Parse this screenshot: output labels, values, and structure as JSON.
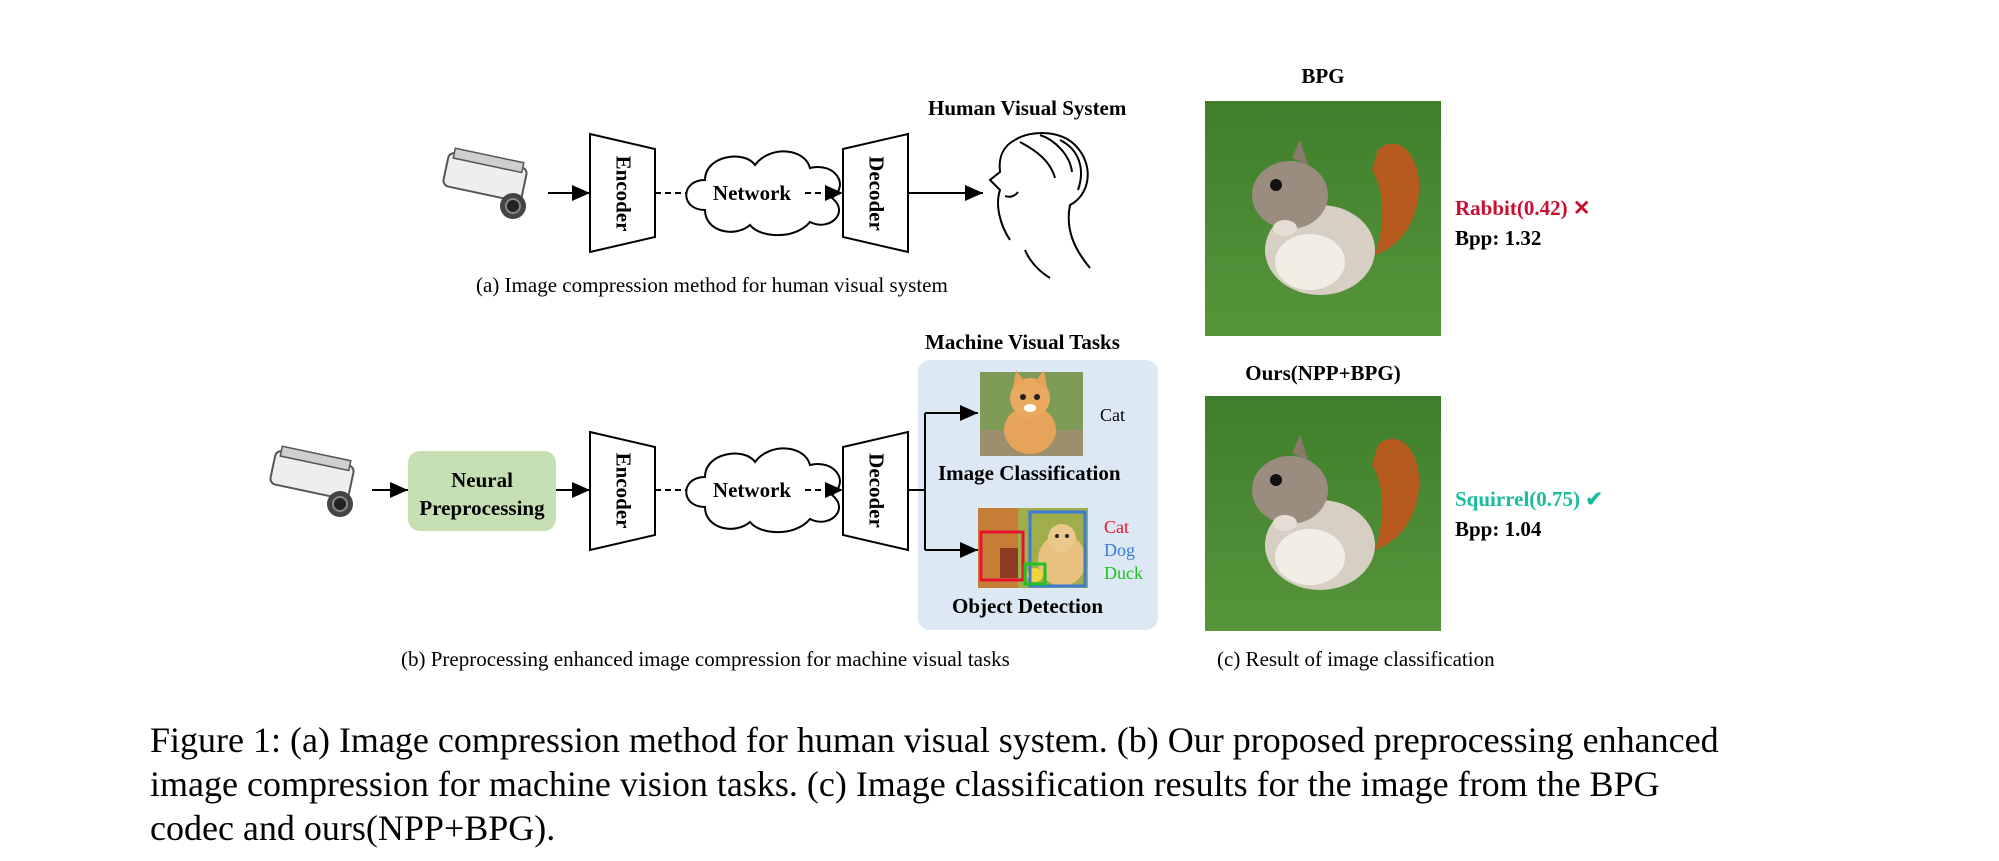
{
  "row_a": {
    "encoder": "Encoder",
    "network": "Network",
    "decoder": "Decoder",
    "hvs_title": "Human Visual System",
    "caption": "(a) Image compression method for human visual system"
  },
  "row_b": {
    "preprocessing": [
      "Neural",
      "Preprocessing"
    ],
    "encoder": "Encoder",
    "network": "Network",
    "decoder": "Decoder",
    "mvt_title": "Machine Visual Tasks",
    "classification_label": "Image Classification",
    "classification_output": "Cat",
    "detection_label": "Object Detection",
    "detection_outputs": [
      "Cat",
      "Dog",
      "Duck"
    ],
    "caption": "(b) Preprocessing enhanced image compression for machine visual tasks"
  },
  "result": {
    "bpg_title": "BPG",
    "bpg_prediction": "Rabbit(0.42)",
    "bpg_mark": "✕",
    "bpg_bpp": "Bpp: 1.32",
    "ours_title": "Ours(NPP+BPG)",
    "ours_prediction": "Squirrel(0.75)",
    "ours_mark": "✔",
    "ours_bpp": "Bpp: 1.04",
    "caption": "(c) Result of  image classification"
  },
  "figure_caption": "Figure 1: (a) Image compression method for human visual system. (b) Our proposed preprocessing enhanced image compression for machine vision tasks. (c) Image classification results for the image from the BPG codec and ours(NPP+BPG).",
  "colors": {
    "wrong": "#c8102e",
    "right": "#1abc9c",
    "preprocess_fill": "#c6e0b4",
    "task_panel": "#dce9f5",
    "det_cat": "#e8112d",
    "det_dog": "#3a7bd5",
    "det_duck": "#22c022"
  },
  "icons": [
    "camera-icon",
    "cloud-icon",
    "woman-profile-icon",
    "cat-photo",
    "dog-detection-photo",
    "squirrel-photo"
  ]
}
